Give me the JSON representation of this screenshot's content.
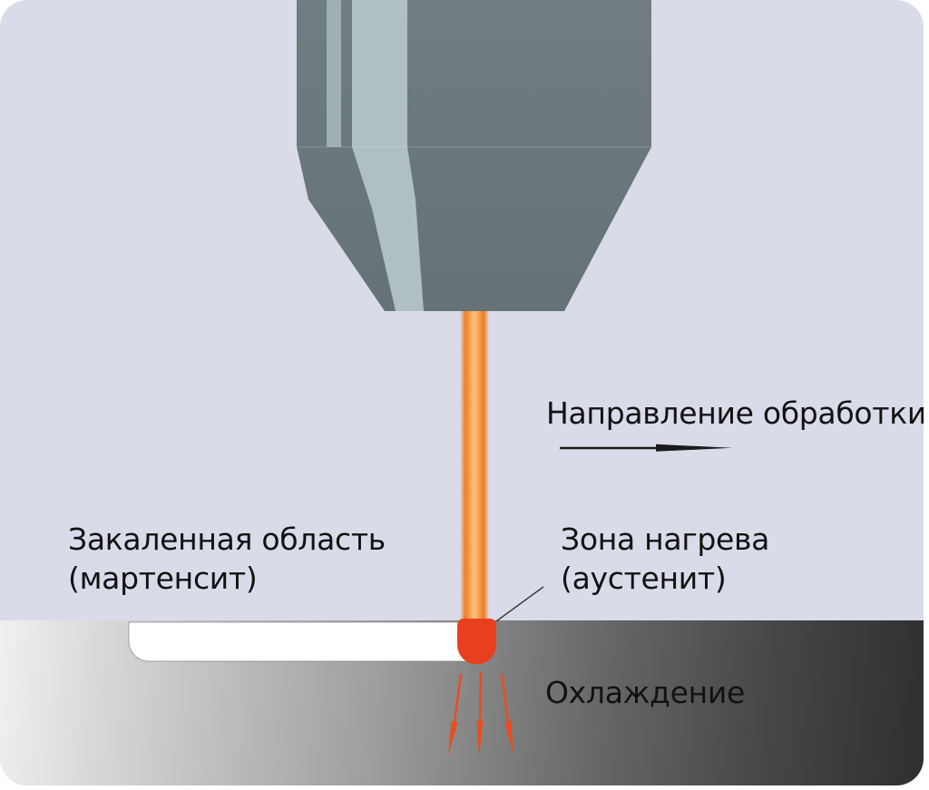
{
  "diagram": {
    "title_hint": "laser surface hardening process scheme",
    "labels": {
      "direction": "Направление обработки",
      "hardened_line1": "Закаленная область",
      "hardened_line2": "(мартенсит)",
      "heat_zone_line1": "Зона нагрева",
      "heat_zone_line2": "(аустенит)",
      "cooling": "Охлаждение"
    },
    "colors": {
      "page": "#ffffff",
      "background": "#d9dce8",
      "head_body": "#6d797c",
      "head_band": "#b0bfc1",
      "head_stripe": "#9fb0b4",
      "beam_edge": "#ee7d22",
      "beam_core": "#fbc27e",
      "heat_spot": "#e8401f",
      "cooling_arrow": "#ed4a1e",
      "surface_light": "#f0f0ee",
      "surface_dark": "#2e3032",
      "track": "#ffffff",
      "text": "#121212",
      "ink": "#1a1a1a"
    }
  }
}
